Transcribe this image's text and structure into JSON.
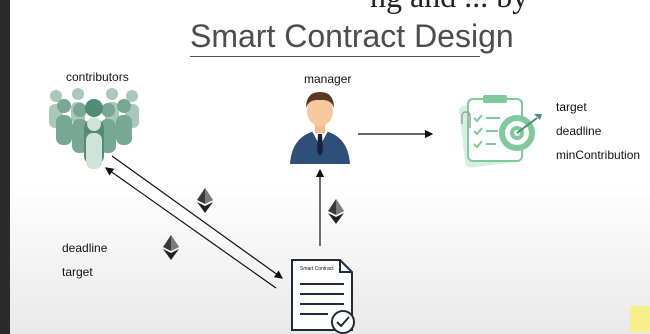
{
  "top_fragment": "ng and ... by",
  "title": "Smart Contract Design",
  "nodes": {
    "contributors": "contributors",
    "manager": "manager",
    "contract_doc": "Smart Contract"
  },
  "goal_fields": [
    "target",
    "deadline",
    "minContribution"
  ],
  "contributor_fields": [
    "deadline",
    "target"
  ],
  "colors": {
    "people_teal": "#76a893",
    "manager_suit": "#2d4f79",
    "goal_green": "#7fc99a"
  }
}
